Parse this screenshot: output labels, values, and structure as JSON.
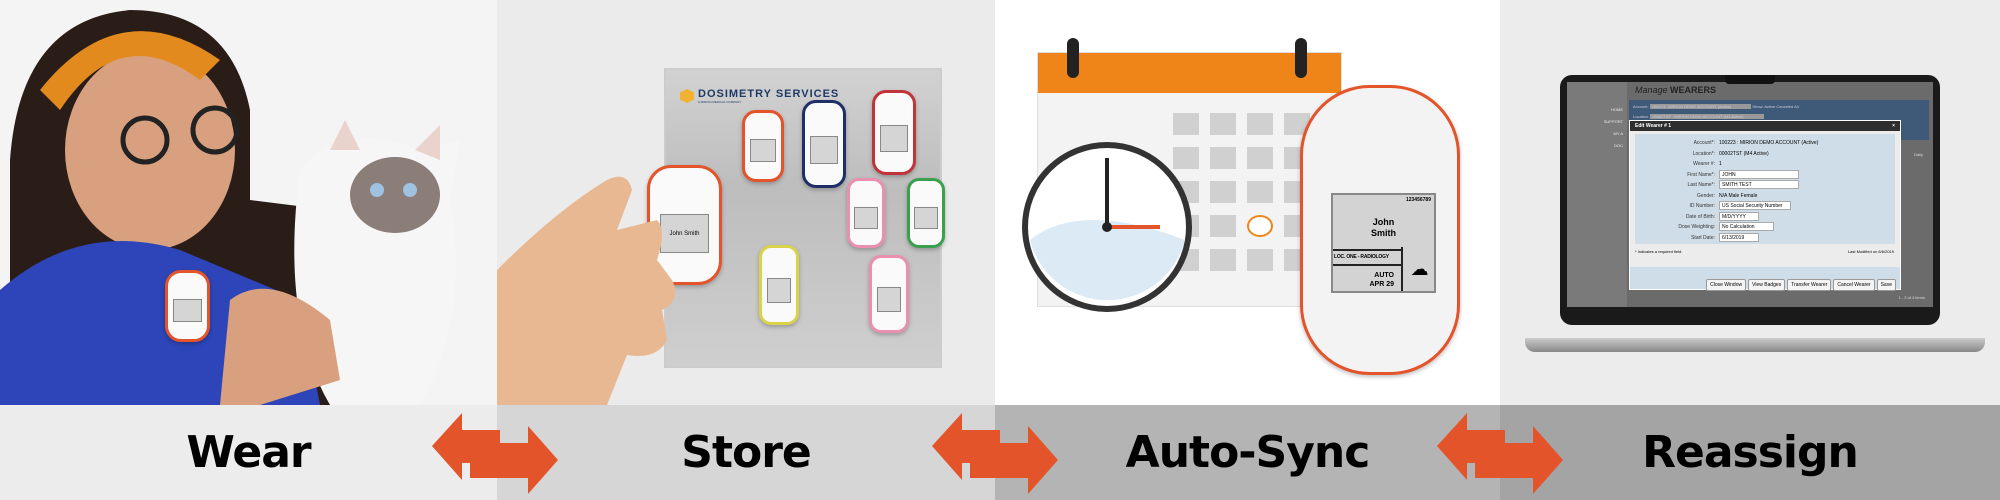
{
  "steps": [
    {
      "label": "Wear"
    },
    {
      "label": "Store"
    },
    {
      "label": "Auto-Sync"
    },
    {
      "label": "Reassign"
    }
  ],
  "colors": {
    "accent": "#e4542a",
    "band": [
      "#ececec",
      "#d6d6d6",
      "#b4b4b4",
      "#a4a4a4"
    ]
  },
  "store": {
    "brand": "DOSIMETRY SERVICES",
    "brand_sub": "A MIRION MEDICAL COMPANY",
    "badge_name": "John Smith"
  },
  "sync": {
    "serial": "123456789",
    "first": "John",
    "last": "Smith",
    "location": "LOC. ONE - RADIOLOGY",
    "mode": "AUTO",
    "date": "APR 29",
    "icon": "cloud-upload-icon"
  },
  "laptop": {
    "title_a": "Manage",
    "title_b": "WEARERS",
    "nav": [
      "HOME",
      "SUPPORT",
      "MY A",
      "DOC"
    ],
    "account_label": "Account:",
    "account_value": "100223 : MIRION DEMO ACCOUNT (Active)",
    "location_label": "Location:",
    "location_value": "00002TST : MIRION DEMO ACCOUNT (M4 Active)",
    "show_label": "Show:",
    "show_opts": [
      "Active",
      "Canceled",
      "All"
    ],
    "dialog_title": "Edit Wearer # 1",
    "fields": [
      {
        "label": "Account*:",
        "value": "100223 : MIRION DEMO ACCOUNT (Active)"
      },
      {
        "label": "Location*:",
        "value": "00002TST (M4 Active)"
      },
      {
        "label": "Wearer #:",
        "value": "1"
      },
      {
        "label": "First Name*:",
        "value": "JOHN"
      },
      {
        "label": "Last Name*:",
        "value": "SMITH TEST"
      },
      {
        "label": "Gender:",
        "value": "N/A   Male   Female"
      },
      {
        "label": "ID Number:",
        "value": "US Social Security Number"
      },
      {
        "label": "Date of Birth:",
        "value": "M/D/YYYY"
      },
      {
        "label": "Dose Weighting:",
        "value": "No Calculation"
      },
      {
        "label": "Start Date:",
        "value": "6/13/2019"
      }
    ],
    "required_note": "* Indicates a required field.",
    "last_modified": "Last Modified on 6/6/2019",
    "buttons": [
      "Close Window",
      "View Badges",
      "Transfer Wearer",
      "Cancel Wearer",
      "Save"
    ],
    "pager": "1 - 3 of 3 items",
    "daily": "Daily"
  }
}
